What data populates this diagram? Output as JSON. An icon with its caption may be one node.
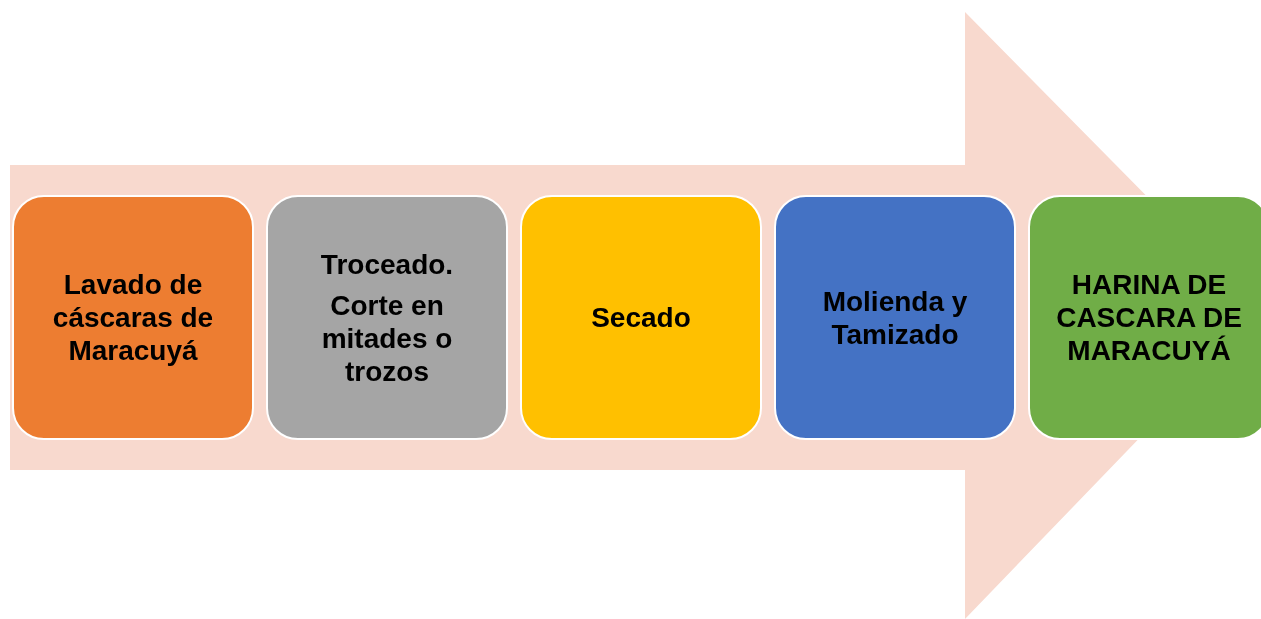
{
  "diagram": {
    "nodes": [
      {
        "text": [
          "Lavado de cáscaras de Maracuyá"
        ]
      },
      {
        "text": [
          "Troceado.",
          "Corte en mitades o trozos"
        ]
      },
      {
        "text": [
          "Secado"
        ]
      },
      {
        "text": [
          "Molienda y Tamizado"
        ]
      },
      {
        "text": [
          "HARINA DE CASCARA DE MARACUYÁ"
        ]
      }
    ],
    "edges": [
      {
        "from": 0,
        "to": 4,
        "arrow": "to"
      }
    ]
  }
}
